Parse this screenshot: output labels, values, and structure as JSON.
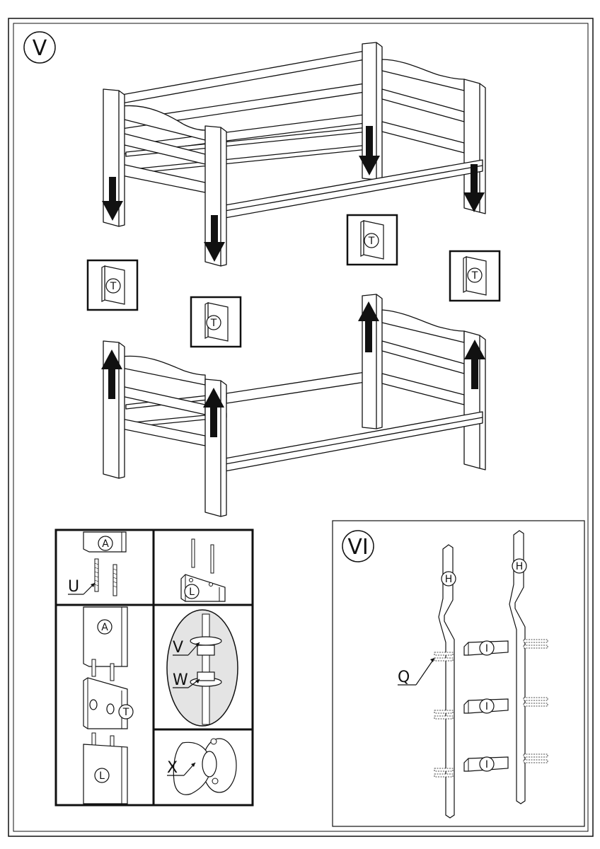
{
  "steps": {
    "step_v": "V",
    "step_vi": "VI"
  },
  "step_v": {
    "spacer_label": "T",
    "spacers": [
      {
        "label": "T"
      },
      {
        "label": "T"
      },
      {
        "label": "T"
      },
      {
        "label": "T"
      }
    ]
  },
  "details": {
    "part_a": "A",
    "part_l": "L",
    "part_t": "T",
    "bolt_u": "U",
    "washer_v": "V",
    "nut_w": "W",
    "cap_x": "X"
  },
  "step_vi": {
    "ladder_rail": "H",
    "rung": "I",
    "dowel_q": "Q"
  },
  "colors": {
    "ink": "#111111",
    "paper": "#ffffff",
    "zoom_fill": "#e4e4e4"
  }
}
